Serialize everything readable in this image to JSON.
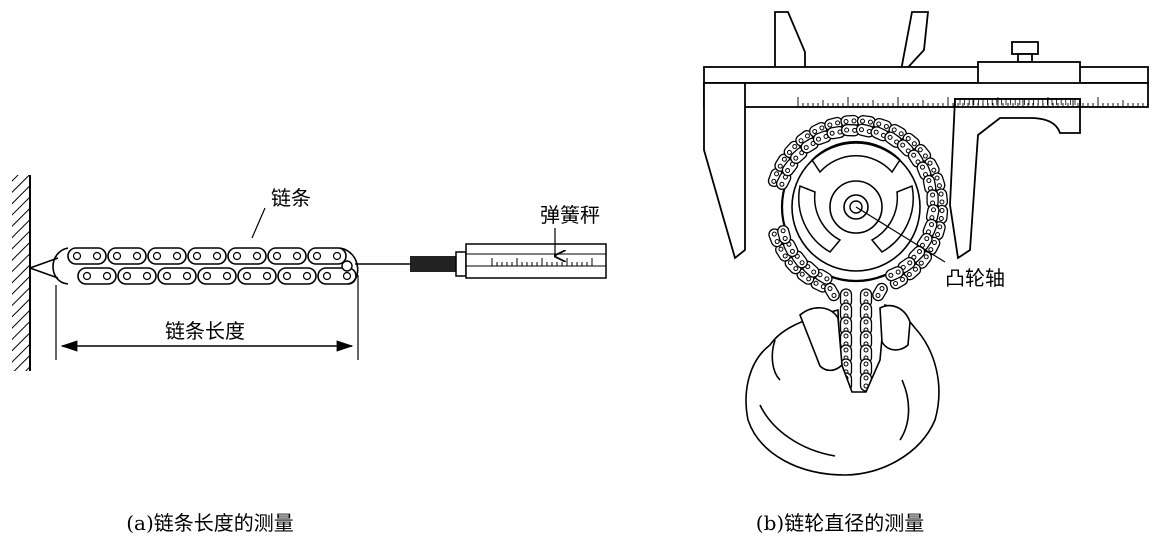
{
  "figure_a": {
    "chain_label": "链条",
    "spring_scale_label": "弹簧秤",
    "length_label": "链条长度",
    "caption": "(a)链条长度的测量"
  },
  "figure_b": {
    "camshaft_label": "凸轮轴",
    "caption": "(b)链轮直径的测量"
  }
}
